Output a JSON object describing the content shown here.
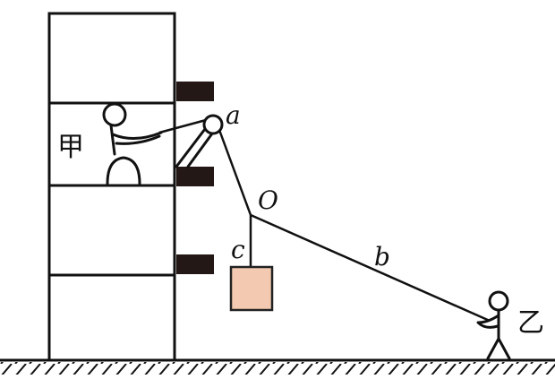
{
  "labels": {
    "person_jia": "甲",
    "person_yi": "乙",
    "pulley": "a",
    "knot": "O",
    "rope_b": "b",
    "rope_c": "c"
  },
  "colors": {
    "line": "#111111",
    "block_fill": "#f3c9b1",
    "block_stroke": "#222222",
    "beam": "#231815",
    "background": "#ffffff"
  }
}
